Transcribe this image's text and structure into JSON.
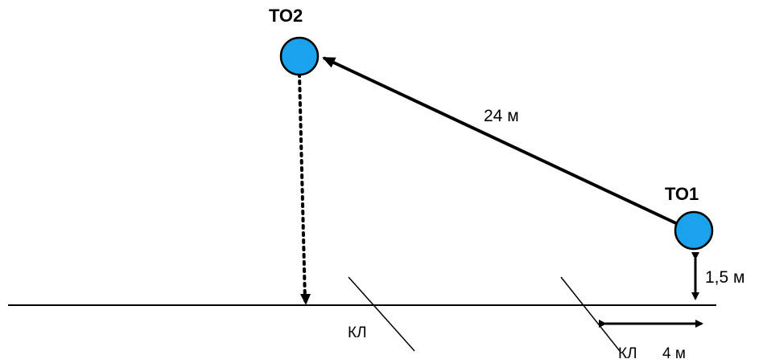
{
  "labels": {
    "to1": "ТО1",
    "to2": "ТО2",
    "distance_between": "24 м",
    "height_above_ground": "1,5 м",
    "cable_line_left": "КЛ",
    "cable_line_right": "КЛ",
    "offset_to_cable": "4 м"
  },
  "colors": {
    "point_fill": "#1aa3ec",
    "line": "#000000",
    "background": "#ffffff"
  }
}
